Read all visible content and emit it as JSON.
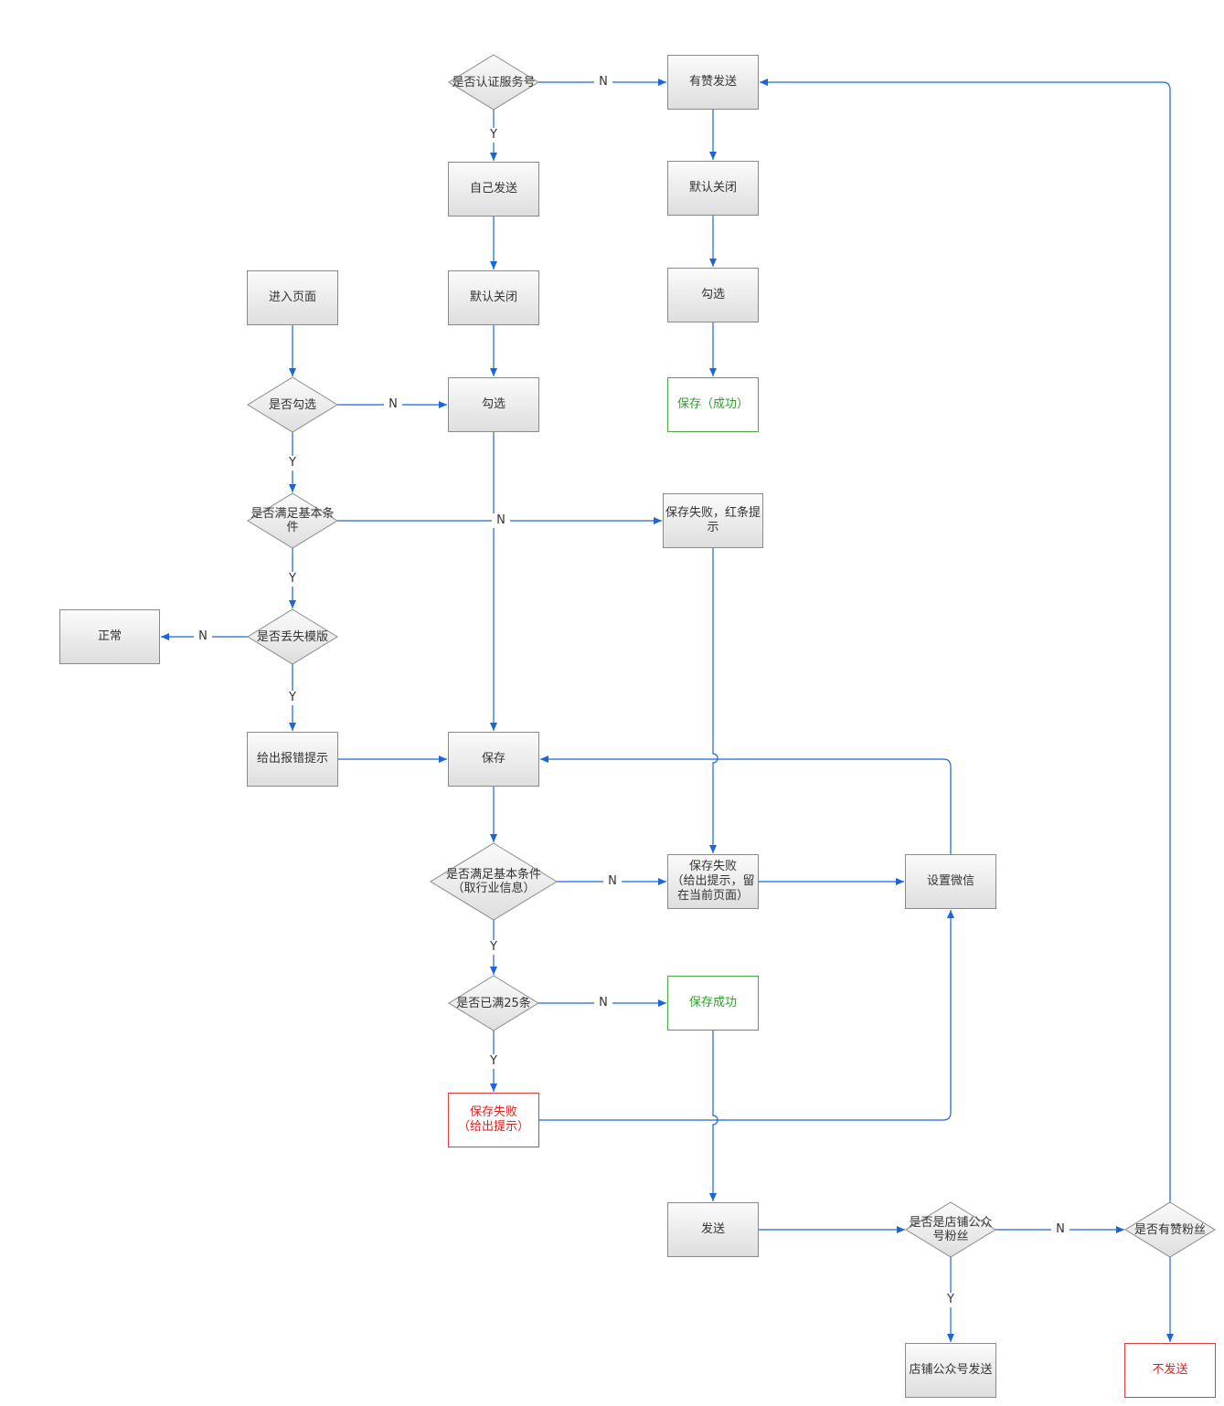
{
  "colors": {
    "edge": "#1a66d9",
    "success": "#2e9f2e",
    "failure": "#e01f1f",
    "node_border": "#8a8a8a"
  },
  "nodes": {
    "is_certified": "是否认证服务号",
    "youzan_send": "有赞发送",
    "self_send": "自己发送",
    "default_off_1": "默认关闭",
    "default_off_2": "默认关闭",
    "enter_page": "进入页面",
    "is_checked": "是否勾选",
    "check_1": "勾选",
    "check_2": "勾选",
    "save_success_top": "保存（成功）",
    "meets_basic": "是否满足基本条\n件",
    "save_fail_red_bar": "保存失败，红条提\n示",
    "normal": "正常",
    "template_lost": "是否丢失模版",
    "show_error": "给出报错提示",
    "save": "保存",
    "meets_industry": "是否满足基本条件\n（取行业信息）",
    "save_fail_stay": "保存失败\n（给出提示，留\n在当前页面）",
    "setup_wechat": "设置微信",
    "is_full_25": "是否已满25条",
    "save_success": "保存成功",
    "save_fail_hint": "保存失败\n（给出提示）",
    "send": "发送",
    "is_shop_fan": "是否是店铺公众\n号粉丝",
    "is_youzan_fan": "是否有赞粉丝",
    "shop_send": "店铺公众号发送",
    "no_send": "不发送"
  },
  "edge_labels": {
    "e1": "N",
    "e2": "Y",
    "e3": "N",
    "e4": "Y",
    "e5": "N",
    "e6": "Y",
    "e7": "N",
    "e8": "Y",
    "e9": "N",
    "e10": "Y",
    "e11": "N",
    "e12": "Y",
    "e13": "N",
    "e14": "Y"
  }
}
